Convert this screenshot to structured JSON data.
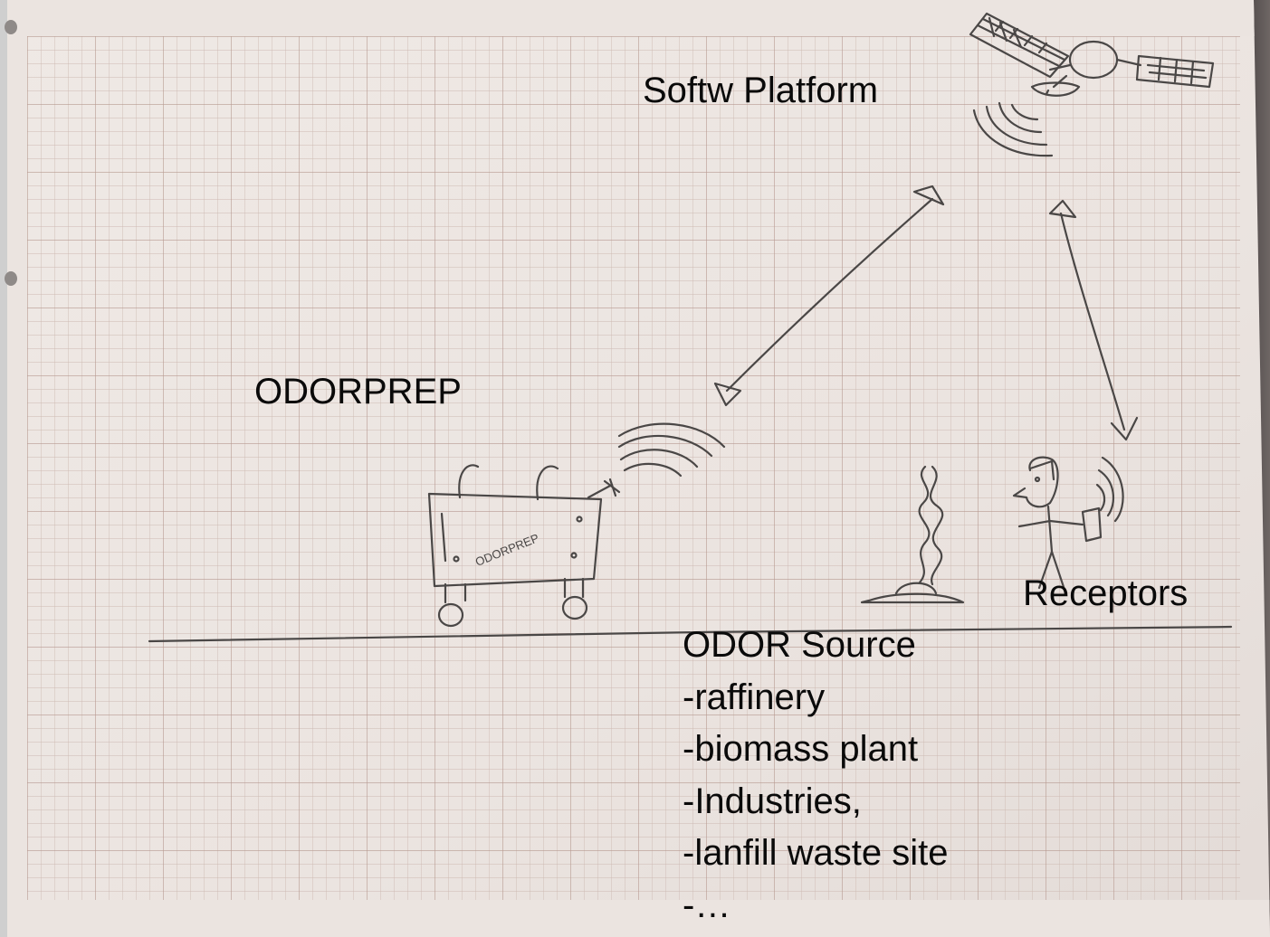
{
  "labels": {
    "platform": "Softw Platform",
    "device": "ODORPREP",
    "receptors": "Receptors",
    "device_sketch_text": "ODORPREP"
  },
  "odor_source": {
    "heading": "ODOR Source",
    "items": [
      "-raffinery",
      "-biomass plant",
      "-Industries,",
      "-lanfill waste site",
      "-…"
    ]
  },
  "colors": {
    "paper": "#ece6e2",
    "grid_minor": "#cdb9b2",
    "grid_major": "#b79a91",
    "ink": "#4a4746",
    "text": "#0a0a0a"
  },
  "icons": [
    "satellite-icon",
    "signal-waves-icon",
    "odorprep-device-icon",
    "odor-plume-icon",
    "person-icon",
    "handheld-phone-icon"
  ]
}
